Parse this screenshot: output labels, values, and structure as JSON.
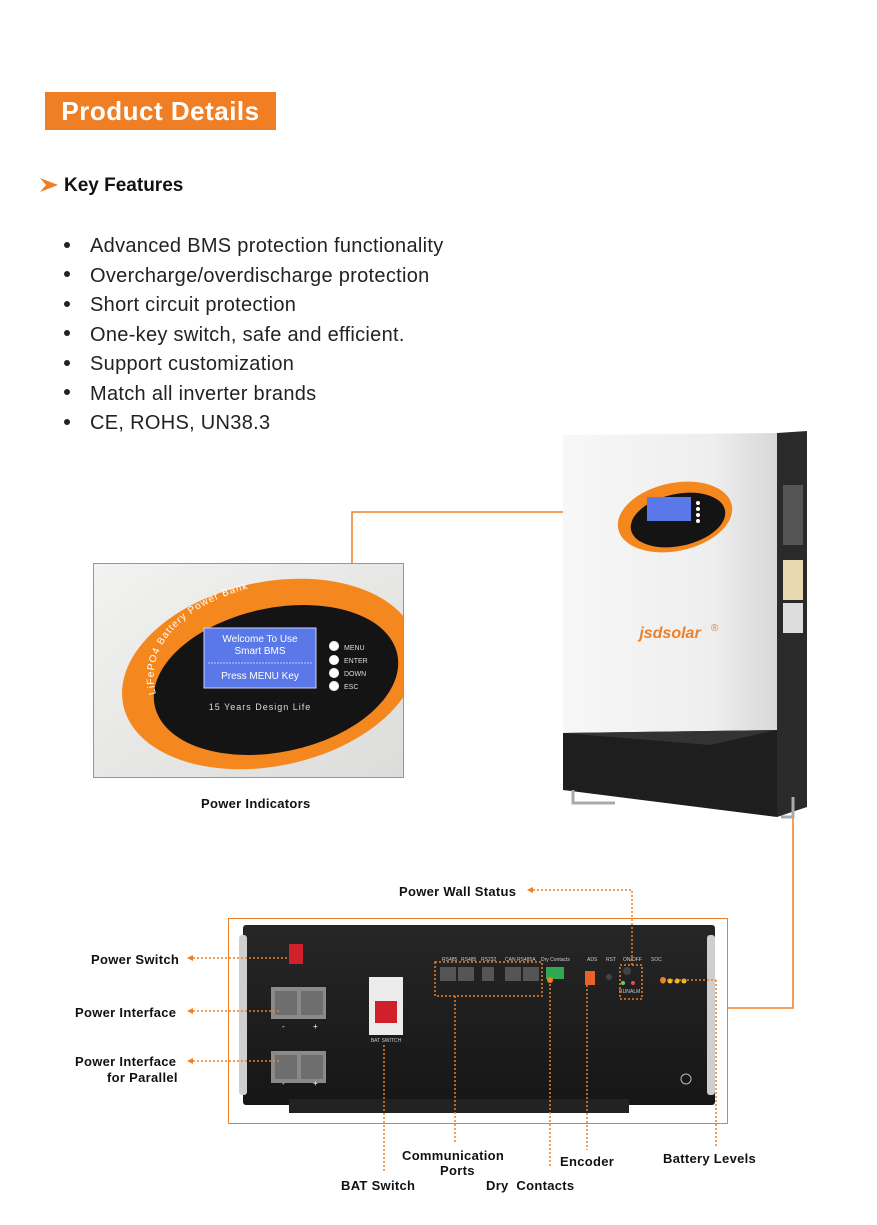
{
  "header": {
    "title": "Product Details"
  },
  "key_features": {
    "title": "Key Features",
    "items": [
      "Advanced BMS protection functionality",
      "Overcharge/overdischarge protection",
      "Short circuit protection",
      "One-key switch, safe and efficient.",
      "Support customization",
      "Match all inverter brands",
      "CE, ROHS, UN38.3"
    ]
  },
  "indicator_panel": {
    "arc_text": "LiFePO4 Battery Power Bank",
    "lcd_line1": "Welcome To Use",
    "lcd_line2": "Smart BMS",
    "lcd_line3": "Press MENU Key",
    "buttons": [
      "MENU",
      "ENTER",
      "DOWN",
      "ESC"
    ],
    "design_life": "15 Years Design Life",
    "caption": "Power Indicators"
  },
  "product": {
    "brand": "jsdsolar",
    "registered": "®"
  },
  "rear_panel": {
    "port_labels": [
      "RS485",
      "RS485",
      "RS232",
      "CAN RS485A",
      "Dry Contacts",
      "ADS",
      "RST",
      "ON/OFF",
      "SOC"
    ],
    "status_labels": [
      "RUN",
      "ALM"
    ],
    "bat_switch_text": "BAT SWITCH",
    "pole_signs": [
      "-",
      "+"
    ]
  },
  "callouts": {
    "power_wall_status": "Power Wall Status",
    "power_switch": "Power Switch",
    "power_interface": "Power Interface",
    "power_interface_parallel_line1": "Power Interface",
    "power_interface_parallel_line2": "for Parallel",
    "communication_ports_line1": "Communication",
    "communication_ports_line2": "Ports",
    "encoder": "Encoder",
    "battery_levels": "Battery Levels",
    "bat_switch": "BAT Switch",
    "dry_contacts": "Dry  Contacts"
  },
  "colors": {
    "accent": "#ef7e24",
    "panel_black": "#1c1c1c",
    "lcd_blue": "#5a78e8"
  },
  "icons": [
    "chevron-right-icon",
    "bullet-icon",
    "ground-icon"
  ]
}
